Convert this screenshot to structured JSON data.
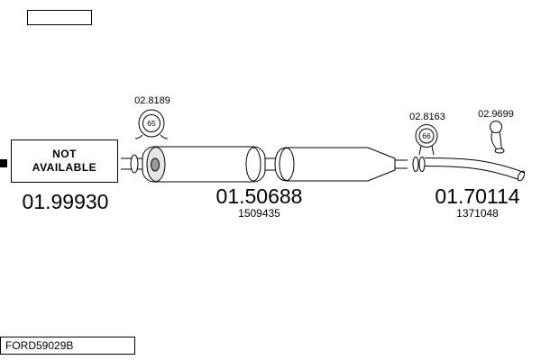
{
  "diagram": {
    "footer_code": "FORD59029B",
    "not_available": {
      "line1": "NOT",
      "line2": "AVAILABLE",
      "part_number": "01.99930"
    },
    "silencer": {
      "part_number": "01.50688",
      "ref": "1509435"
    },
    "rear_pipe": {
      "part_number": "01.70114",
      "ref": "1371048"
    },
    "mounts": [
      {
        "part_number": "02.8189",
        "badge": "65"
      },
      {
        "part_number": "02.8163",
        "badge": "66"
      },
      {
        "part_number": "02.9699",
        "badge": ""
      }
    ],
    "colors": {
      "line": "#000000",
      "background": "#ffffff"
    }
  }
}
